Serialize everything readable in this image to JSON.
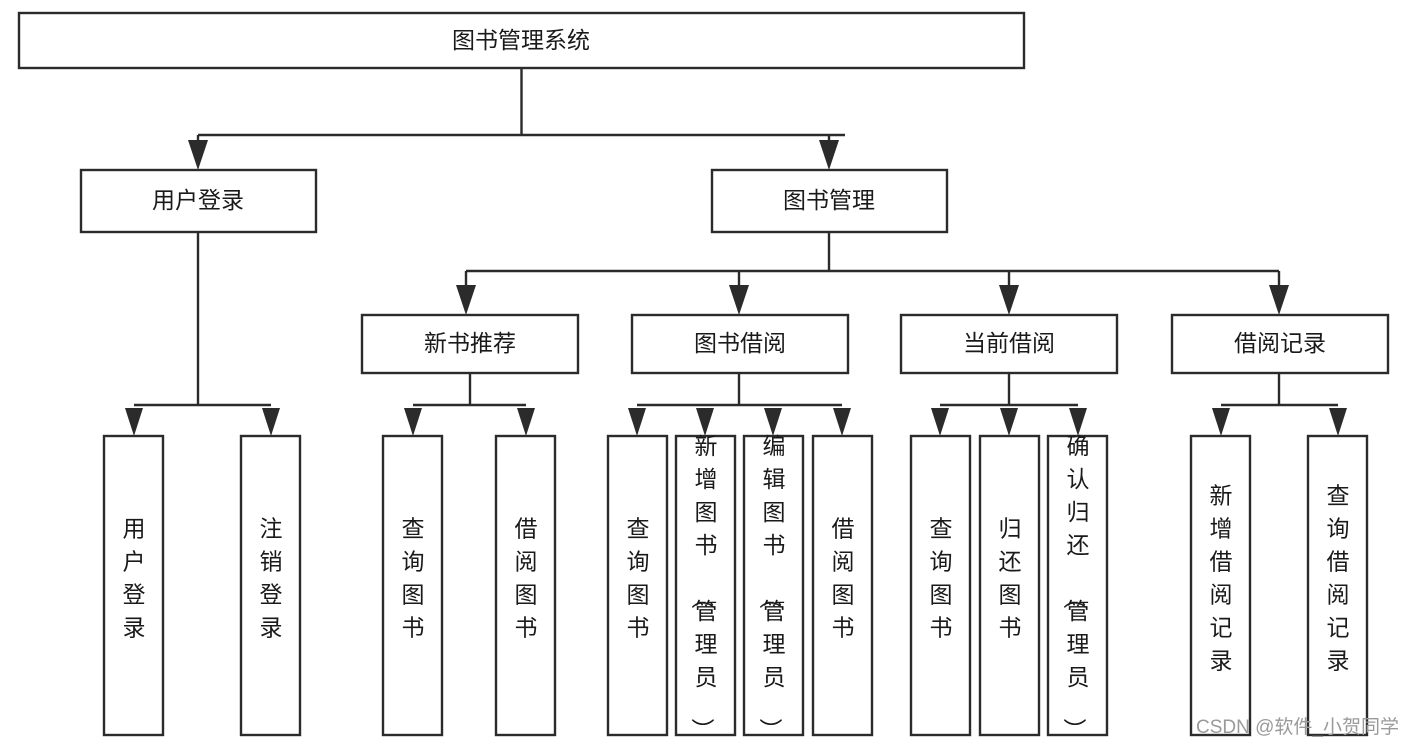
{
  "diagram": {
    "title": "图书管理系统",
    "type": "tree",
    "orientation": "top-down",
    "colors": {
      "box_fill": "#ffffff",
      "box_stroke": "#2b2b2b",
      "text": "#1a1a1a",
      "background": "#ffffff",
      "watermark": "#9a9a9a"
    },
    "root": {
      "id": "root",
      "label": "图书管理系统",
      "orientation": "horizontal"
    },
    "level2": [
      {
        "id": "user-login",
        "label": "用户登录",
        "orientation": "horizontal"
      },
      {
        "id": "book-manage",
        "label": "图书管理",
        "orientation": "horizontal"
      }
    ],
    "level3": [
      {
        "id": "new-book-recommend",
        "label": "新书推荐",
        "orientation": "horizontal",
        "parent": "book-manage"
      },
      {
        "id": "book-borrow",
        "label": "图书借阅",
        "orientation": "horizontal",
        "parent": "book-manage"
      },
      {
        "id": "current-borrow",
        "label": "当前借阅",
        "orientation": "horizontal",
        "parent": "book-manage"
      },
      {
        "id": "borrow-record",
        "label": "借阅记录",
        "orientation": "horizontal",
        "parent": "book-manage"
      }
    ],
    "leaves": [
      {
        "id": "leaf-user-login",
        "label": "用户登录",
        "orientation": "vertical",
        "parent": "user-login"
      },
      {
        "id": "leaf-user-logout",
        "label": "注销登录",
        "orientation": "vertical",
        "parent": "user-login"
      },
      {
        "id": "leaf-query-book-1",
        "label": "查询图书",
        "orientation": "vertical",
        "parent": "new-book-recommend"
      },
      {
        "id": "leaf-borrow-book-1",
        "label": "借阅图书",
        "orientation": "vertical",
        "parent": "new-book-recommend"
      },
      {
        "id": "leaf-query-book-2",
        "label": "查询图书",
        "orientation": "vertical",
        "parent": "book-borrow"
      },
      {
        "id": "leaf-add-book",
        "label": "新增图书（管理员）",
        "orientation": "vertical",
        "parent": "book-borrow"
      },
      {
        "id": "leaf-edit-book",
        "label": "编辑图书（管理员）",
        "orientation": "vertical",
        "parent": "book-borrow"
      },
      {
        "id": "leaf-borrow-book-2",
        "label": "借阅图书",
        "orientation": "vertical",
        "parent": "book-borrow"
      },
      {
        "id": "leaf-query-book-3",
        "label": "查询图书",
        "orientation": "vertical",
        "parent": "current-borrow"
      },
      {
        "id": "leaf-return-book",
        "label": "归还图书",
        "orientation": "vertical",
        "parent": "current-borrow"
      },
      {
        "id": "leaf-confirm-return",
        "label": "确认归还（管理员）",
        "orientation": "vertical",
        "parent": "current-borrow"
      },
      {
        "id": "leaf-add-record",
        "label": "新增借阅记录",
        "orientation": "vertical",
        "parent": "borrow-record"
      },
      {
        "id": "leaf-query-record",
        "label": "查询借阅记录",
        "orientation": "vertical",
        "parent": "borrow-record"
      }
    ],
    "watermark": "CSDN @软件_小贺同学"
  }
}
